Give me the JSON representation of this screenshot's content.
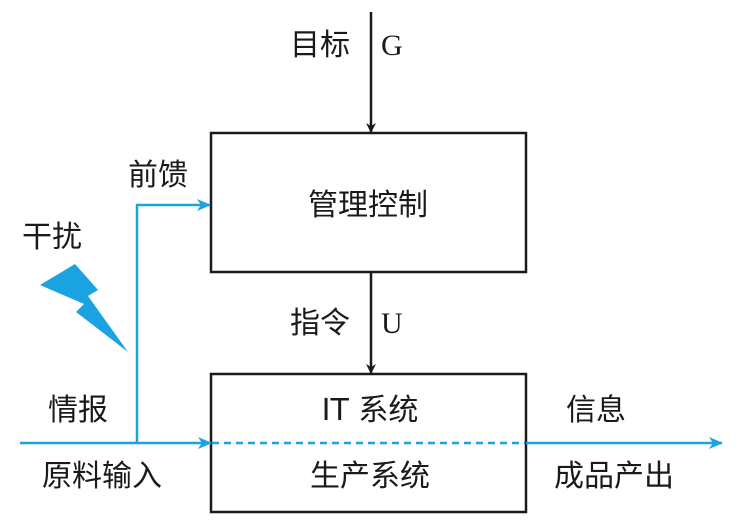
{
  "diagram": {
    "goal_label": "目标",
    "goal_symbol": "G",
    "mgmt_box": "管理控制",
    "feedforward": "前馈",
    "disturbance": "干扰",
    "command_label": "指令",
    "command_symbol": "U",
    "it_system": "IT 系统",
    "production_system": "生产系统",
    "intel_label": "情报",
    "raw_input": "原料输入",
    "info_label": "信息",
    "product_output": "成品产出",
    "colors": {
      "box_stroke": "#1a1a1a",
      "arrow_black": "#1a1a1a",
      "flow_blue": "#1aa3e0",
      "bolt_blue": "#1aa3e0"
    }
  }
}
